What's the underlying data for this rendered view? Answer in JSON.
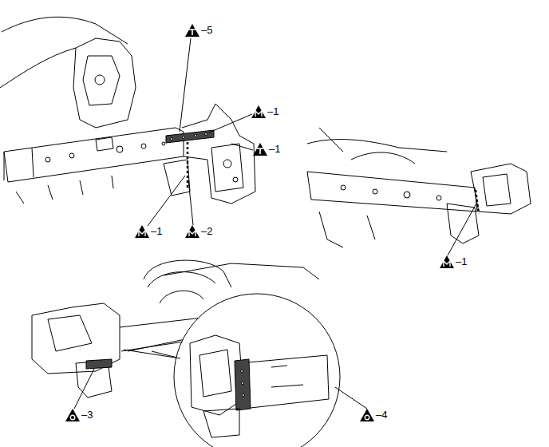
{
  "diagram": {
    "labels": [
      "–5",
      "–1",
      "–1",
      "–1",
      "–2",
      "–1",
      "–3",
      "–4"
    ]
  }
}
